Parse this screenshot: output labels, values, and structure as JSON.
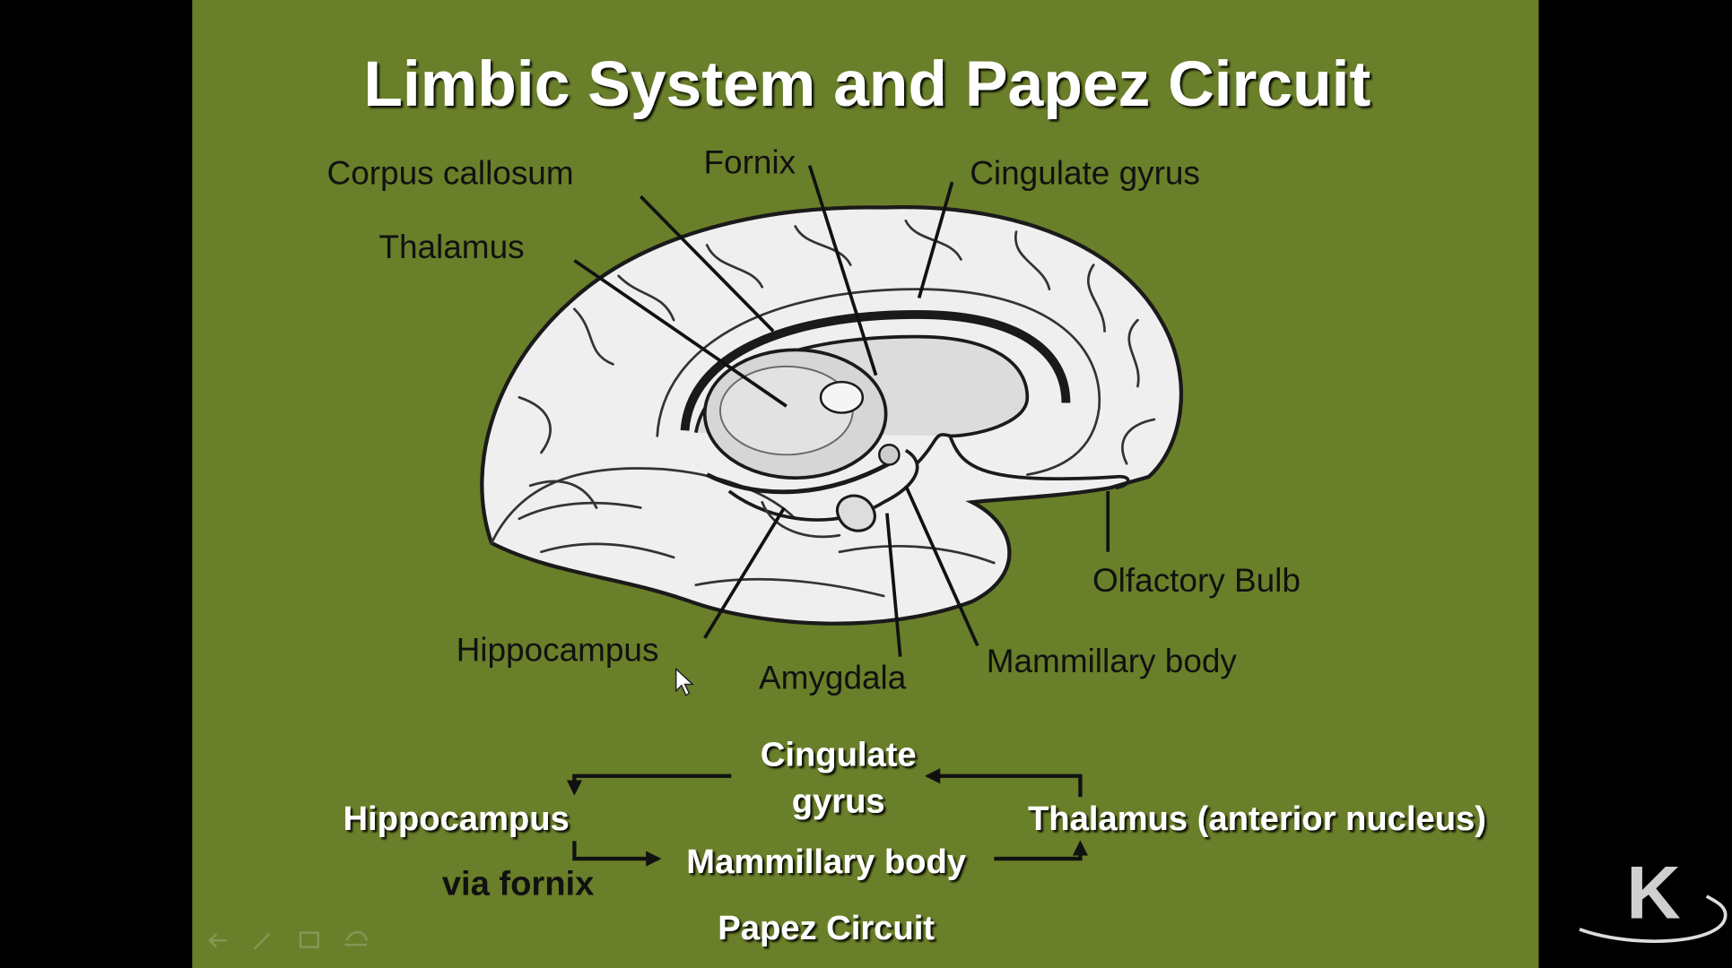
{
  "slide": {
    "title": "Limbic System and Papez Circuit",
    "background_color": "#6a7f29",
    "labels": {
      "corpus_callosum": "Corpus callosum",
      "fornix": "Fornix",
      "cingulate_gyrus": "Cingulate gyrus",
      "thalamus": "Thalamus",
      "olfactory_bulb": "Olfactory Bulb",
      "hippocampus": "Hippocampus",
      "amygdala": "Amygdala",
      "mammillary_body": "Mammillary body"
    },
    "circuit": {
      "cingulate_line1": "Cingulate",
      "cingulate_line2": "gyrus",
      "hippocampus": "Hippocampus",
      "thalamus": "Thalamus (anterior nucleus)",
      "mammillary_body": "Mammillary body",
      "via_fornix": "via fornix",
      "caption": "Papez Circuit"
    }
  },
  "player": {
    "logo_letter": "K",
    "toolbar_icons": [
      "back-icon",
      "pen-icon",
      "slides-icon",
      "more-icon"
    ]
  }
}
